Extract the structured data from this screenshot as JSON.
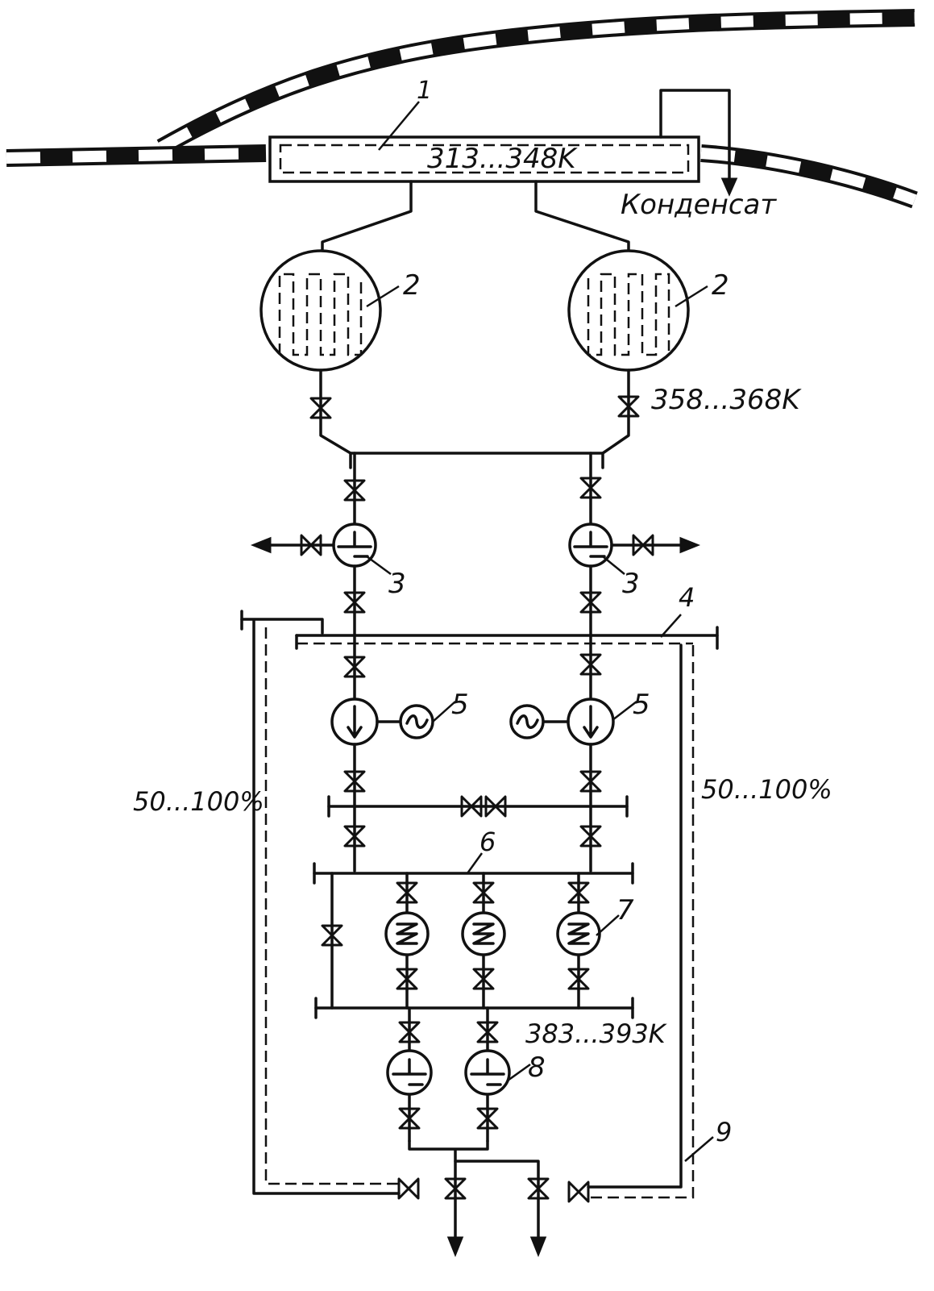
{
  "labels": {
    "n1": "1",
    "n2_left": "2",
    "n2_right": "2",
    "n3_left": "3",
    "n3_right": "3",
    "n4": "4",
    "n5_left": "5",
    "n5_right": "5",
    "n6": "6",
    "n7": "7",
    "n8": "8",
    "n9": "9"
  },
  "annotations": {
    "collector_temp": "313...348K",
    "condensate": "Конденсат",
    "heater_out_temp": "358...368K",
    "return_temp": "383...393K",
    "left_percent": "50...100%",
    "right_percent": "50...100%"
  },
  "colors": {
    "line": "#111111",
    "background": "#ffffff"
  }
}
